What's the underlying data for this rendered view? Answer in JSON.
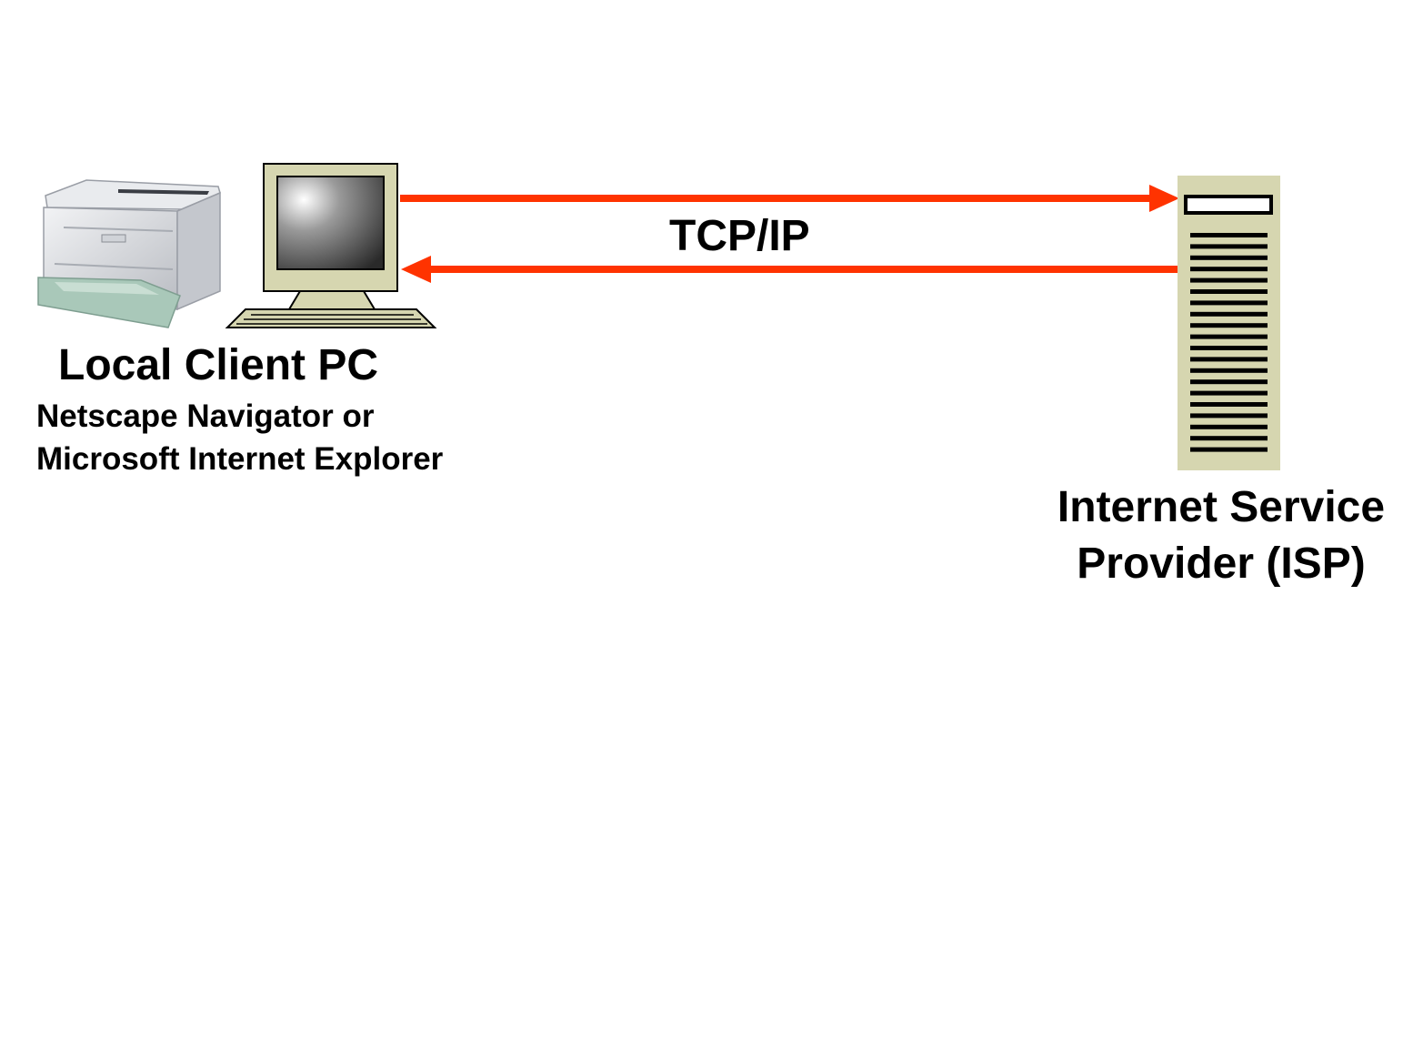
{
  "client": {
    "title": "Local Client PC",
    "subtitle_lines": [
      "Netscape Navigator or",
      "Microsoft Internet Explorer"
    ]
  },
  "connection": {
    "label": "TCP/IP",
    "arrow_color": "#ff3300"
  },
  "isp": {
    "title_lines": [
      "Internet Service",
      "Provider (ISP)"
    ]
  },
  "icons": {
    "printer": "printer-icon",
    "computer": "computer-monitor-icon",
    "server": "server-tower-icon"
  },
  "colors": {
    "device_beige": "#d6d6b0",
    "text": "#000000",
    "background": "#ffffff"
  }
}
